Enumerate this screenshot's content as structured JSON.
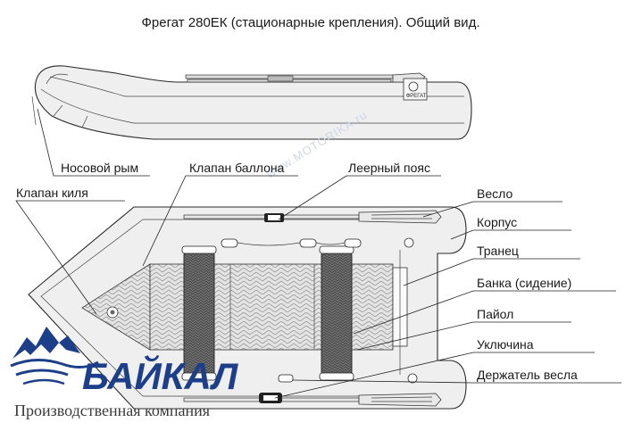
{
  "title": "Фрегат 280ЕК (стационарные крепления). Общий вид.",
  "labels": {
    "bow_ring": "Носовой рым",
    "tube_valve": "Клапан баллона",
    "keel_valve": "Клапан киля",
    "lifeline": "Леерный пояс",
    "oar": "Весло",
    "hull": "Корпус",
    "transom": "Транец",
    "bench": "Банка (сидение)",
    "floor": "Пайол",
    "oarlock": "Уключина",
    "oar_holder": "Держатель весла"
  },
  "side_plate": "ФРЕГАТ",
  "logo": {
    "brand": "БАЙКАЛ",
    "company": "Производственная компания"
  },
  "watermark": "www.MOTORIKA.ru",
  "colors": {
    "hull_fill": "#efefef",
    "brand_blue": "#1d3f8a",
    "floor_pattern": "#d9d9d9"
  }
}
